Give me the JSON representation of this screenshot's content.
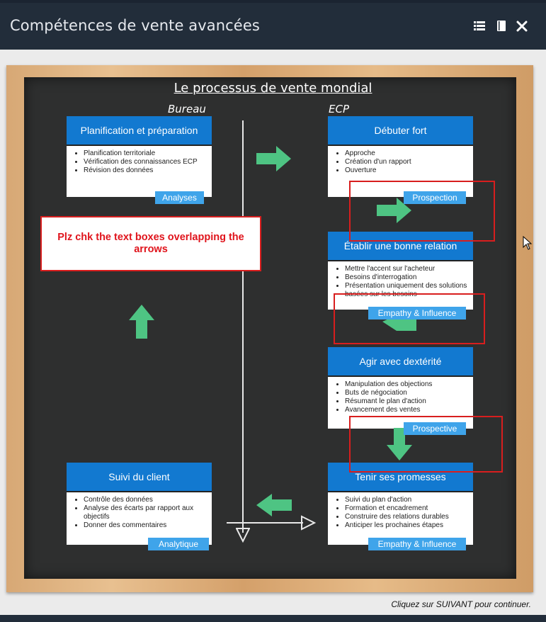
{
  "window": {
    "title": "Compétences de vente avancées",
    "icons": [
      "menu-list-icon",
      "book-icon",
      "close-icon"
    ]
  },
  "diagram": {
    "title": "Le processus de vente mondial",
    "left_label": "Bureau",
    "right_label": "ECP",
    "cards": {
      "planification": {
        "title": "Planification et préparation",
        "items": [
          "Planification territoriale",
          "Vérification des connaissances ECP",
          "Révision des données"
        ],
        "tag": "Analyses"
      },
      "debuter": {
        "title": "Débuter fort",
        "items": [
          "Approche",
          "Création d'un rapport",
          "Ouverture"
        ],
        "tag": "Prospection"
      },
      "etablir": {
        "title": "Établir une bonne relation",
        "items": [
          "Mettre l'accent sur l'acheteur",
          "Besoins d'interrogation",
          "Présentation uniquement des solutions basées sur les besoins"
        ],
        "tag": "Empathy & Influence"
      },
      "agir": {
        "title": "Agir avec dextérité",
        "items": [
          "Manipulation des objections",
          "Buts de négociation",
          "Résumant le plan d'action",
          "Avancement des ventes"
        ],
        "tag": "Prospective"
      },
      "tenir": {
        "title": "Tenir ses promesses",
        "items": [
          "Suivi du plan d'action",
          "Formation et encadrement",
          "Construire des relations durables",
          "Anticiper les prochaines étapes"
        ],
        "tag": "Empathy & Influence"
      },
      "suivi": {
        "title": "Suivi du client",
        "items": [
          "Contrôle des données",
          "Analyse des écarts par rapport aux objectifs",
          "Donner des commentaires"
        ],
        "tag": "Analytique"
      }
    },
    "colors": {
      "card_header": "#1279d0",
      "tag": "#3fa4ea",
      "arrow": "#4ec483",
      "annotation": "#d81e1e",
      "board": "#2e2f2f"
    }
  },
  "annotation": {
    "text": "Plz chk the text boxes overlapping the arrows"
  },
  "footer": {
    "text": "Cliquez sur SUIVANT pour continuer."
  }
}
